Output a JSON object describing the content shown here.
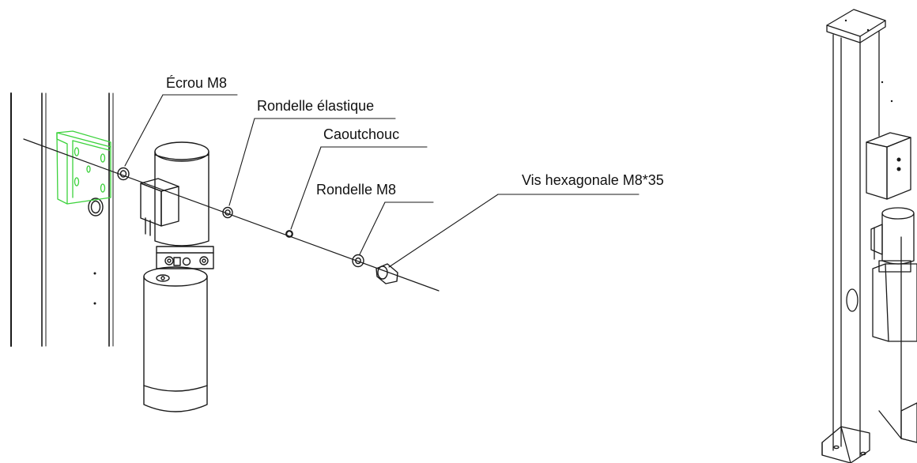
{
  "labels": {
    "nut": "Écrou M8",
    "spring_washer": "Rondelle  élastique",
    "rubber": "Caoutchouc",
    "washer": "Rondelle M8",
    "hex_bolt": "Vis hexagonale M8*35"
  },
  "colors": {
    "line": "#1a1a1a",
    "bracket": "#3cd23c",
    "background": "#ffffff"
  }
}
